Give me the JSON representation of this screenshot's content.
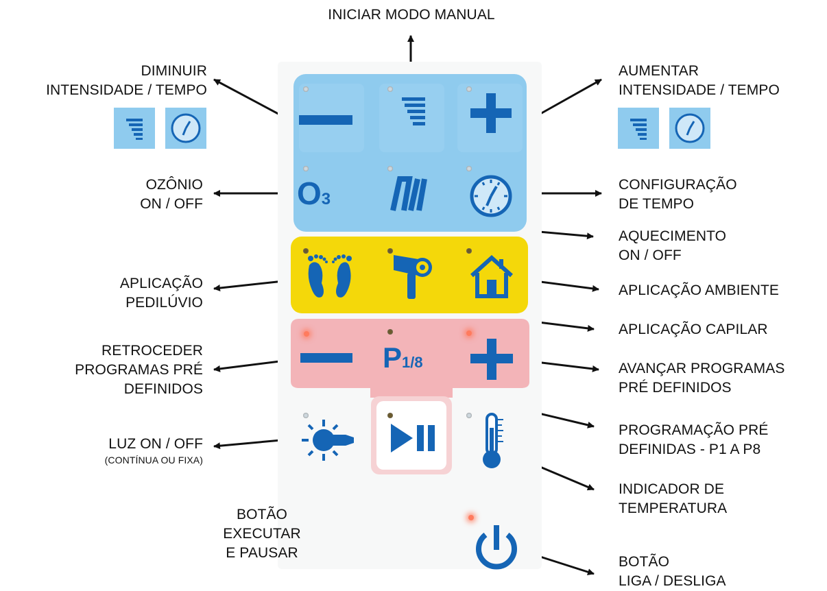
{
  "labels": {
    "manual": "INICIAR MODO MANUAL",
    "diminuir": [
      "DIMINUIR",
      "INTENSIDADE / TEMPO"
    ],
    "aumentar": [
      "AUMENTAR",
      "INTENSIDADE / TEMPO"
    ],
    "ozonio": [
      "OZÔNIO",
      "ON / OFF"
    ],
    "config_tempo": [
      "CONFIGURAÇÃO",
      "DE TEMPO"
    ],
    "aquecimento": [
      "AQUECIMENTO",
      "ON / OFF"
    ],
    "pediluvio": [
      "APLICAÇÃO",
      "PEDILÚVIO"
    ],
    "ambiente": "APLICAÇÃO AMBIENTE",
    "capilar": "APLICAÇÃO CAPILAR",
    "retroceder": [
      "RETROCEDER",
      "PROGRAMAS PRÉ",
      "DEFINIDOS"
    ],
    "avancar": [
      "AVANÇAR PROGRAMAS",
      "PRÉ DEFINIDOS"
    ],
    "programacao": [
      "PROGRAMAÇÃO PRÉ",
      "DEFINIDAS - P1 A P8"
    ],
    "luz": "LUZ ON / OFF",
    "luz_sub": "(CONTÍNUA OU FIXA)",
    "temperatura": [
      "INDICADOR DE",
      "TEMPERATURA"
    ],
    "executar": [
      "BOTÃO",
      "EXECUTAR",
      "E PAUSAR"
    ],
    "liga": [
      "BOTÃO",
      "LIGA / DESLIGA"
    ]
  },
  "panel": {
    "ozone_symbol": "O",
    "ozone_subscript": "3",
    "program_symbol": "P",
    "program_fraction": "1/8"
  },
  "icons": [
    "minus-icon",
    "intensity-icon",
    "plus-icon",
    "ozone-icon",
    "heating-icon",
    "clock-icon",
    "feet-icon",
    "hair-dryer-icon",
    "house-icon",
    "minus-icon",
    "program-icon",
    "plus-icon",
    "light-bulb-icon",
    "play-pause-icon",
    "thermometer-icon",
    "power-icon"
  ],
  "colors": {
    "blue_section": "#8fcbee",
    "yellow_section": "#f4d80a",
    "pink_section": "#f3b4b8",
    "icon_blue": "#1565b5",
    "arrow": "#111111"
  }
}
